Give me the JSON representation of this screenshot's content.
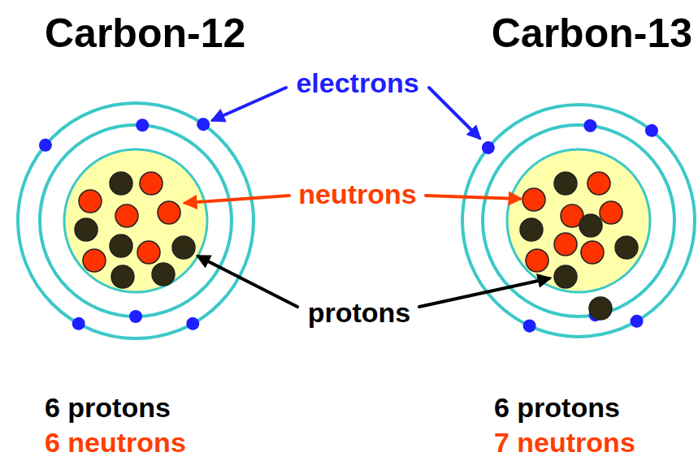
{
  "diagram": {
    "labels": [
      "Carbon-12",
      "Carbon-13",
      "electrons",
      "neutrons",
      "protons",
      "6 protons",
      "6 protons",
      "6 neutrons",
      "7 neutrons"
    ]
  }
}
